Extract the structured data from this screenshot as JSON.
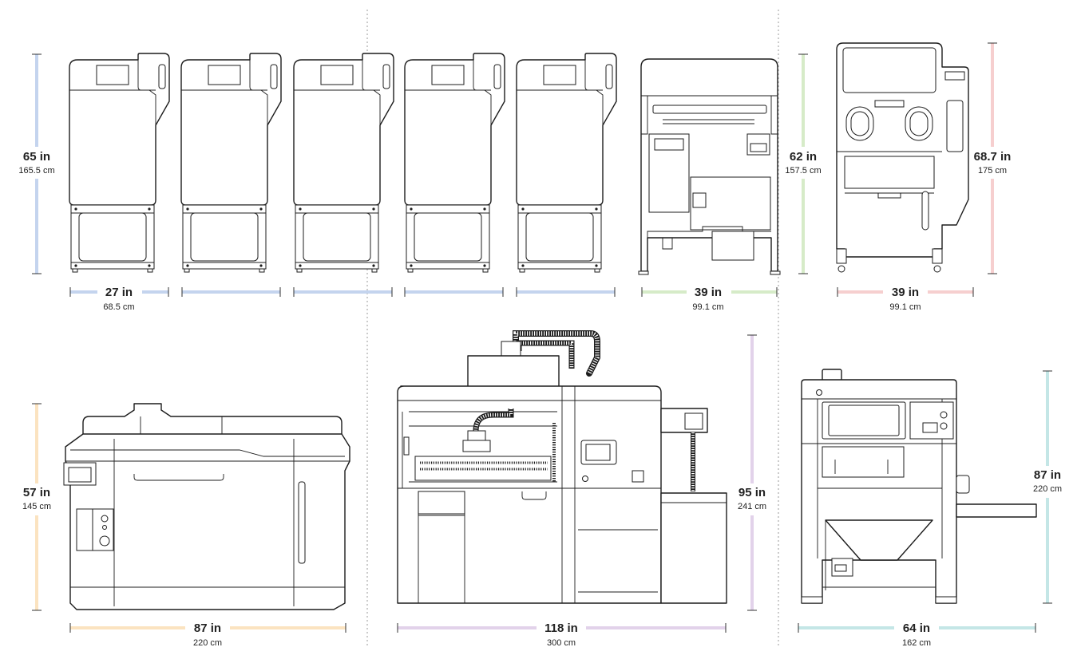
{
  "colors": {
    "blue": "#c4d4ee",
    "green": "#d6ebc8",
    "red": "#f6cfcf",
    "orange": "#fbe3c0",
    "purple": "#e2d2ea",
    "teal": "#c4e6e6",
    "divider": "#999999",
    "line": "#1c1c1c"
  },
  "top_row": {
    "printer_bank": {
      "height_in": "65 in",
      "height_cm": "165.5 cm",
      "width_in": "27 in",
      "width_cm": "68.5 cm"
    },
    "wash_unit": {
      "height_in": "62 in",
      "height_cm": "157.5 cm",
      "width_in": "39 in",
      "width_cm": "99.1 cm"
    },
    "cure_unit": {
      "height_in": "68.7 in",
      "height_cm": "175 cm",
      "width_in": "39 in",
      "width_cm": "99.1 cm"
    }
  },
  "bottom_row": {
    "large_printer": {
      "height_in": "57 in",
      "height_cm": "145 cm",
      "width_in": "87 in",
      "width_cm": "220 cm"
    },
    "powder_system": {
      "height_in": "95 in",
      "height_cm": "241 cm",
      "width_in": "118 in",
      "width_cm": "300 cm"
    },
    "depowder_unit": {
      "height_in": "87 in",
      "height_cm": "220 cm",
      "width_in": "64 in",
      "width_cm": "162 cm"
    }
  }
}
